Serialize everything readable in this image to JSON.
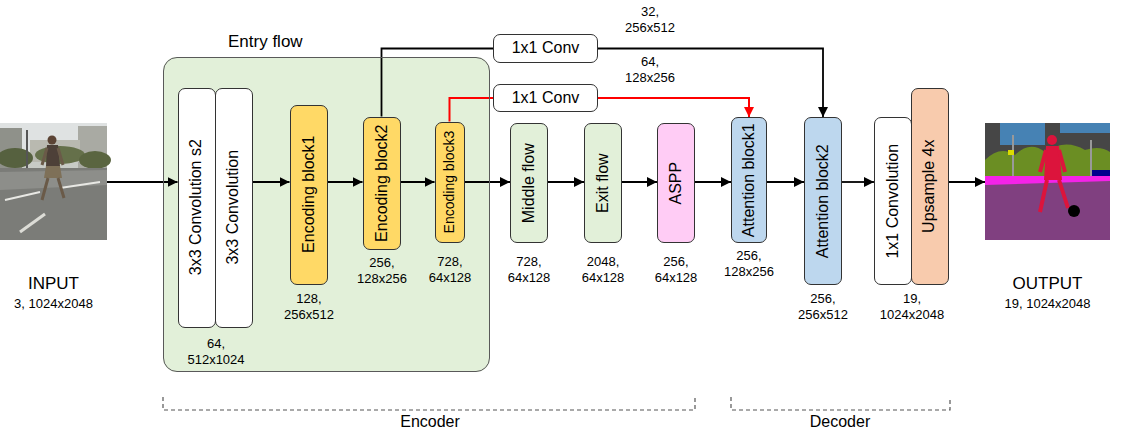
{
  "diagram": {
    "nodes": [
      {
        "text": [
          "INPUT",
          "3, 1024x2048"
        ]
      },
      {
        "text": [
          "Entry flow"
        ]
      },
      {
        "text": [
          "3x3 Convolution s2"
        ],
        "in": 1
      },
      {
        "text": [
          "3x3 Convolution"
        ],
        "in": 1
      },
      {
        "text": [
          "Encoding block1"
        ],
        "in": 1
      },
      {
        "text": [
          "Encoding block2"
        ],
        "in": 1
      },
      {
        "text": [
          "Encoding block3"
        ],
        "in": 1
      },
      {
        "text": [
          "Middle flow"
        ]
      },
      {
        "text": [
          "Exit flow"
        ]
      },
      {
        "text": [
          "ASPP"
        ]
      },
      {
        "text": [
          "1x1 Conv"
        ]
      },
      {
        "text": [
          "1x1 Conv"
        ]
      },
      {
        "text": [
          "Attention block1"
        ]
      },
      {
        "text": [
          "Attention block2"
        ]
      },
      {
        "text": [
          "1x1 Convolution"
        ]
      },
      {
        "text": [
          "Upsample 4x"
        ]
      },
      {
        "text": [
          "OUTPUT",
          "19, 1024x2048"
        ]
      }
    ],
    "edges": [
      {
        "from": 0,
        "to": 2,
        "arrow": "to"
      },
      {
        "from": 3,
        "to": 4,
        "arrow": "to"
      },
      {
        "from": 4,
        "to": 5,
        "arrow": "to"
      },
      {
        "from": 5,
        "to": 6,
        "arrow": "to"
      },
      {
        "from": 6,
        "to": 7,
        "arrow": "to"
      },
      {
        "from": 7,
        "to": 8,
        "arrow": "to"
      },
      {
        "from": 8,
        "to": 9,
        "arrow": "to"
      },
      {
        "from": 9,
        "to": 12,
        "arrow": "to"
      },
      {
        "from": 12,
        "to": 13,
        "arrow": "to"
      },
      {
        "from": 13,
        "to": 14,
        "arrow": "to"
      },
      {
        "from": 15,
        "to": 16,
        "arrow": "to"
      },
      {
        "from": 5,
        "to": 10,
        "arrow": "none"
      },
      {
        "from": 10,
        "to": 13,
        "arrow": "to"
      },
      {
        "from": 6,
        "to": 11,
        "arrow": "none"
      },
      {
        "from": 11,
        "to": 12,
        "arrow": "to"
      }
    ],
    "labels": [
      "32, 256x512",
      "64, 128x256",
      "64, 512x1024",
      "128, 256x512",
      "256, 128x256",
      "728, 64x128",
      "728, 64x128",
      "2048, 64x128",
      "256, 64x128",
      "256, 128x256",
      "256, 256x512",
      "19, 1024x2048",
      "Encoder",
      "Decoder"
    ]
  }
}
